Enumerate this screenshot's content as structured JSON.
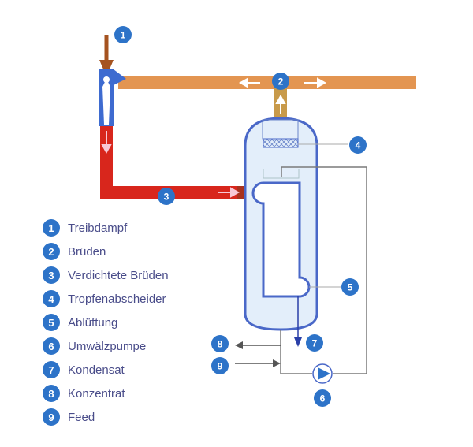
{
  "diagram": {
    "title": "Vapor compression evaporator schematic",
    "colors": {
      "badge": "#2d73c8",
      "vapor_pipe": "#e39551",
      "compressed_vapor_pipe": "#d8261c",
      "motive_steam": "#a55320",
      "vessel_stroke": "#4a68c8",
      "vessel_fill": "#e3eefa",
      "line_gray": "#7a7a7a",
      "condensate_arrow": "#2a3fa8"
    },
    "callouts": [
      {
        "id": "1",
        "label": "1"
      },
      {
        "id": "2",
        "label": "2"
      },
      {
        "id": "3",
        "label": "3"
      },
      {
        "id": "4",
        "label": "4"
      },
      {
        "id": "5",
        "label": "5"
      },
      {
        "id": "6",
        "label": "6"
      },
      {
        "id": "7",
        "label": "7"
      },
      {
        "id": "8",
        "label": "8"
      },
      {
        "id": "9",
        "label": "9"
      }
    ]
  },
  "legend": [
    {
      "number": "1",
      "label": "Treibdampf"
    },
    {
      "number": "2",
      "label": "Brüden"
    },
    {
      "number": "3",
      "label": "Verdichtete Brüden"
    },
    {
      "number": "4",
      "label": "Tropfenabscheider"
    },
    {
      "number": "5",
      "label": "Ablüftung"
    },
    {
      "number": "6",
      "label": "Umwälzpumpe"
    },
    {
      "number": "7",
      "label": "Kondensat"
    },
    {
      "number": "8",
      "label": "Konzentrat"
    },
    {
      "number": "9",
      "label": "Feed"
    }
  ]
}
